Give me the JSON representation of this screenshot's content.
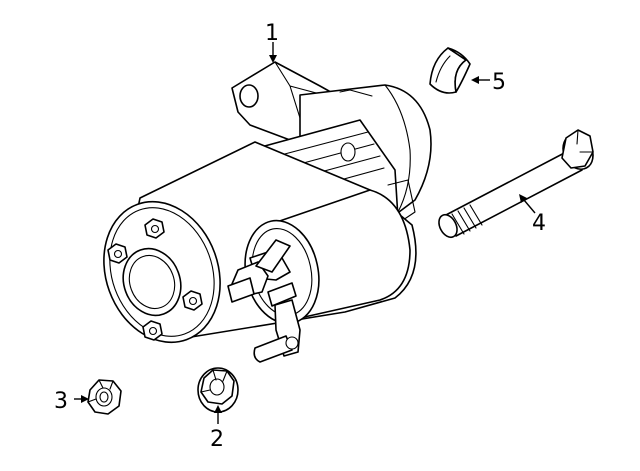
{
  "parts": [
    {
      "id": "1",
      "label": "1",
      "icon": "starter-motor-icon"
    },
    {
      "id": "2",
      "label": "2",
      "icon": "flange-nut-icon"
    },
    {
      "id": "3",
      "label": "3",
      "icon": "hex-nut-icon"
    },
    {
      "id": "4",
      "label": "4",
      "icon": "mounting-bolt-icon"
    },
    {
      "id": "5",
      "label": "5",
      "icon": "heat-shield-icon"
    }
  ],
  "colors": {
    "line": "#000000",
    "background": "#ffffff"
  }
}
